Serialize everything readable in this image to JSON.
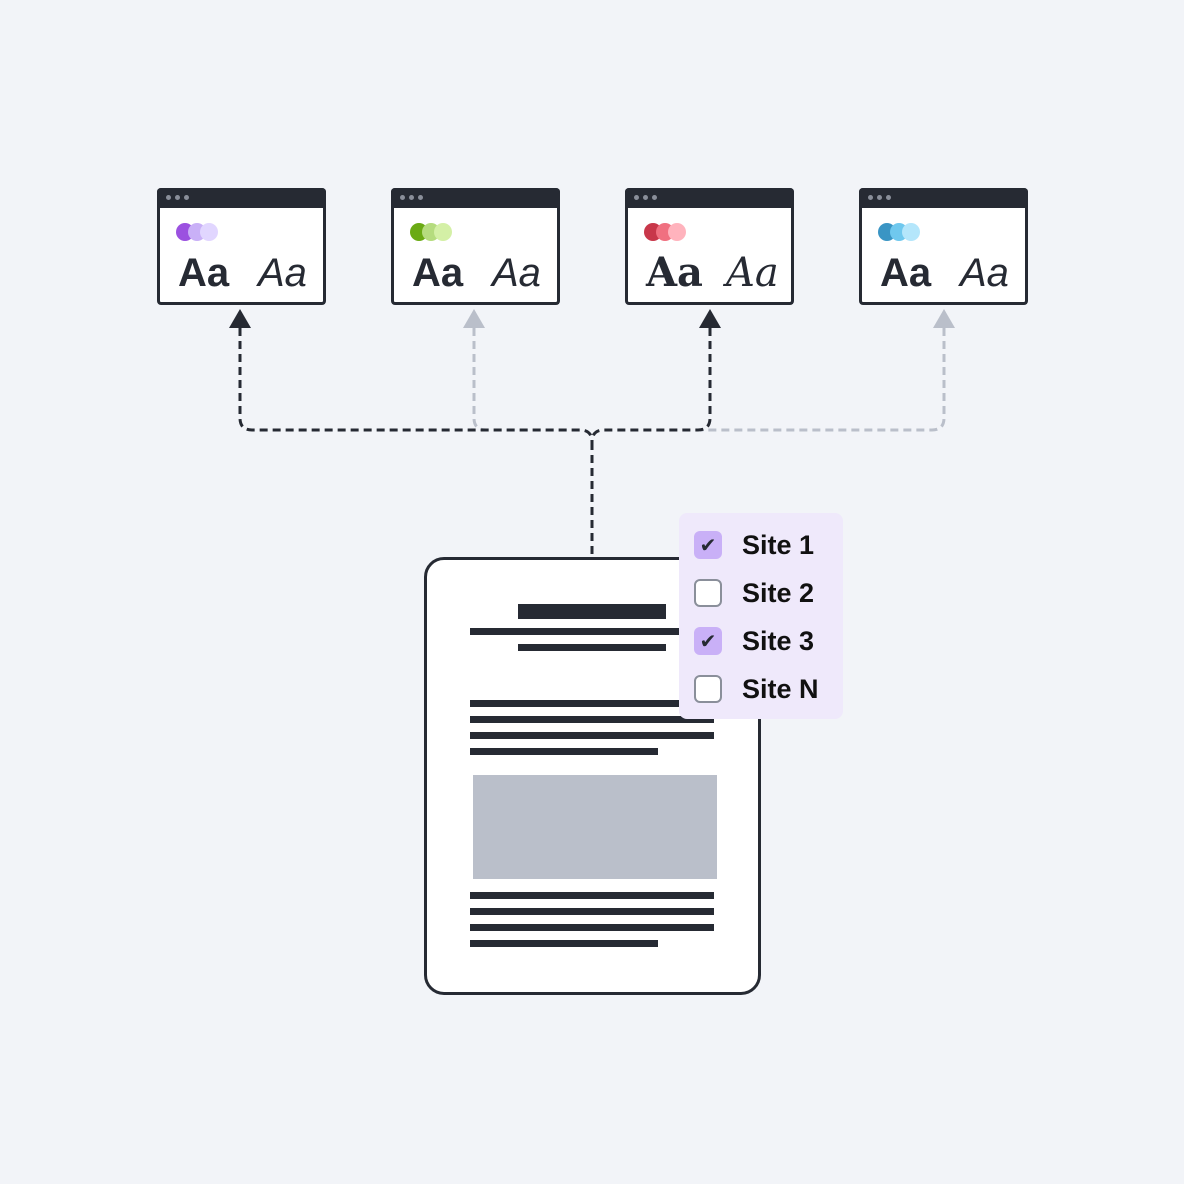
{
  "sites_preview": [
    {
      "sample_bold": "Aa",
      "sample_italic": "Aa",
      "swatches": [
        "#9b51e0",
        "#c9b0f7",
        "#e1d6ff"
      ],
      "selected": true
    },
    {
      "sample_bold": "Aa",
      "sample_italic": "Aa",
      "swatches": [
        "#6aaa14",
        "#b5dc7e",
        "#d4f0a6"
      ],
      "selected": false
    },
    {
      "sample_bold": "Aa",
      "sample_italic": "Aa",
      "swatches": [
        "#c8374a",
        "#f07080",
        "#ffb3bd"
      ],
      "selected": true
    },
    {
      "sample_bold": "Aa",
      "sample_italic": "Aa",
      "swatches": [
        "#3a95c4",
        "#6fc8ee",
        "#b4e6fb"
      ],
      "selected": false
    }
  ],
  "site_list": [
    {
      "label": "Site 1",
      "checked": true
    },
    {
      "label": "Site 2",
      "checked": false
    },
    {
      "label": "Site 3",
      "checked": true
    },
    {
      "label": "Site N",
      "checked": false
    }
  ],
  "colors": {
    "active": "#262a33",
    "inactive": "#babfca",
    "panel": "#efe9fb"
  }
}
